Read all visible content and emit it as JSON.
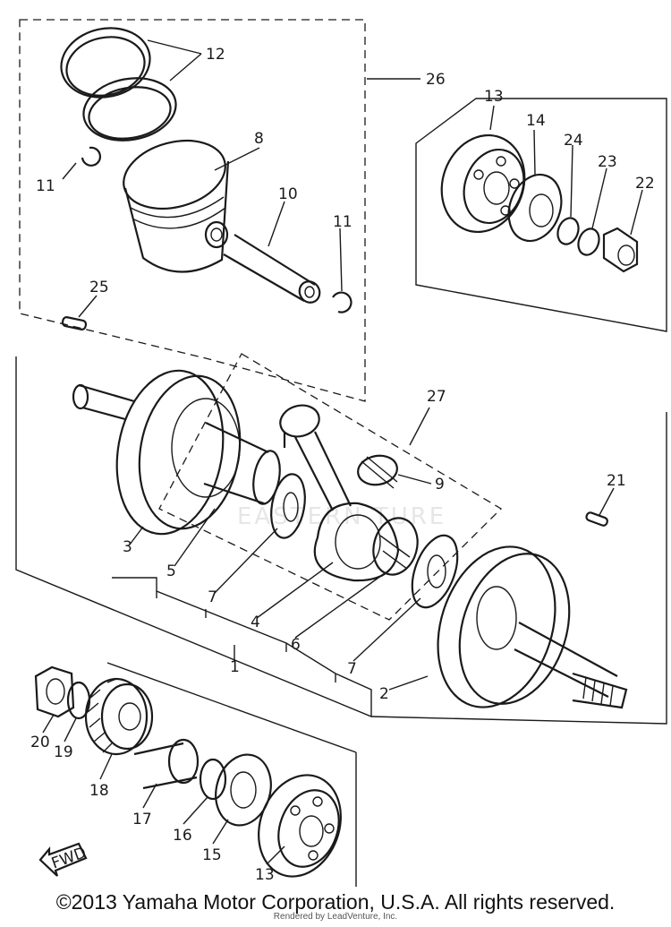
{
  "watermark": "EASTERN TURE",
  "copyright": "©2013 Yamaha Motor Corporation, U.S.A. All rights reserved.",
  "render_credit": "Rendered by LeadVenture, Inc.",
  "fwd_label": "FWD",
  "callouts": [
    "12",
    "26",
    "8",
    "11",
    "10",
    "11",
    "13",
    "14",
    "24",
    "23",
    "22",
    "25",
    "27",
    "9",
    "21",
    "3",
    "5",
    "7",
    "4",
    "6",
    "1",
    "7",
    "2",
    "20",
    "19",
    "18",
    "17",
    "16",
    "15",
    "13"
  ]
}
